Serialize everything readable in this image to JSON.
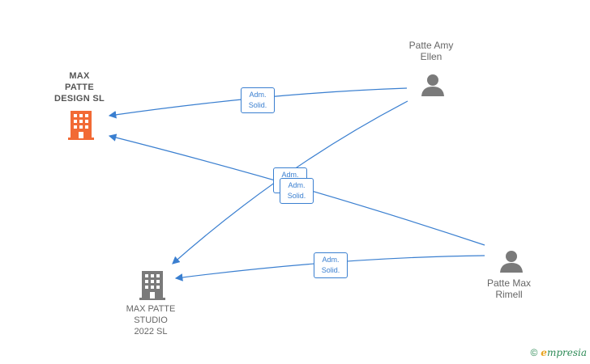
{
  "nodes": {
    "max_patte_design": {
      "label": "MAX\nPATTE\nDESIGN  SL",
      "icon": "building-icon",
      "color": "#f26a35"
    },
    "max_patte_studio": {
      "label": "MAX PATTE\nSTUDIO\n2022  SL",
      "icon": "building-icon",
      "color": "#7a7a7a"
    },
    "patte_amy_ellen": {
      "label": "Patte Amy\nEllen",
      "icon": "person-icon",
      "color": "#7a7a7a"
    },
    "patte_max_rimell": {
      "label": "Patte Max\nRimell",
      "icon": "person-icon",
      "color": "#7a7a7a"
    }
  },
  "edges": [
    {
      "label": "Adm.\nSolid."
    },
    {
      "label": "Adm.\nSolid."
    },
    {
      "label": "Adm.\nSolid."
    },
    {
      "label": "Adm.\nSolid."
    }
  ],
  "edge_color": "#3a7fd0",
  "footer": {
    "copyright": "©",
    "brand_initial": "e",
    "brand_rest": "mpresia"
  }
}
